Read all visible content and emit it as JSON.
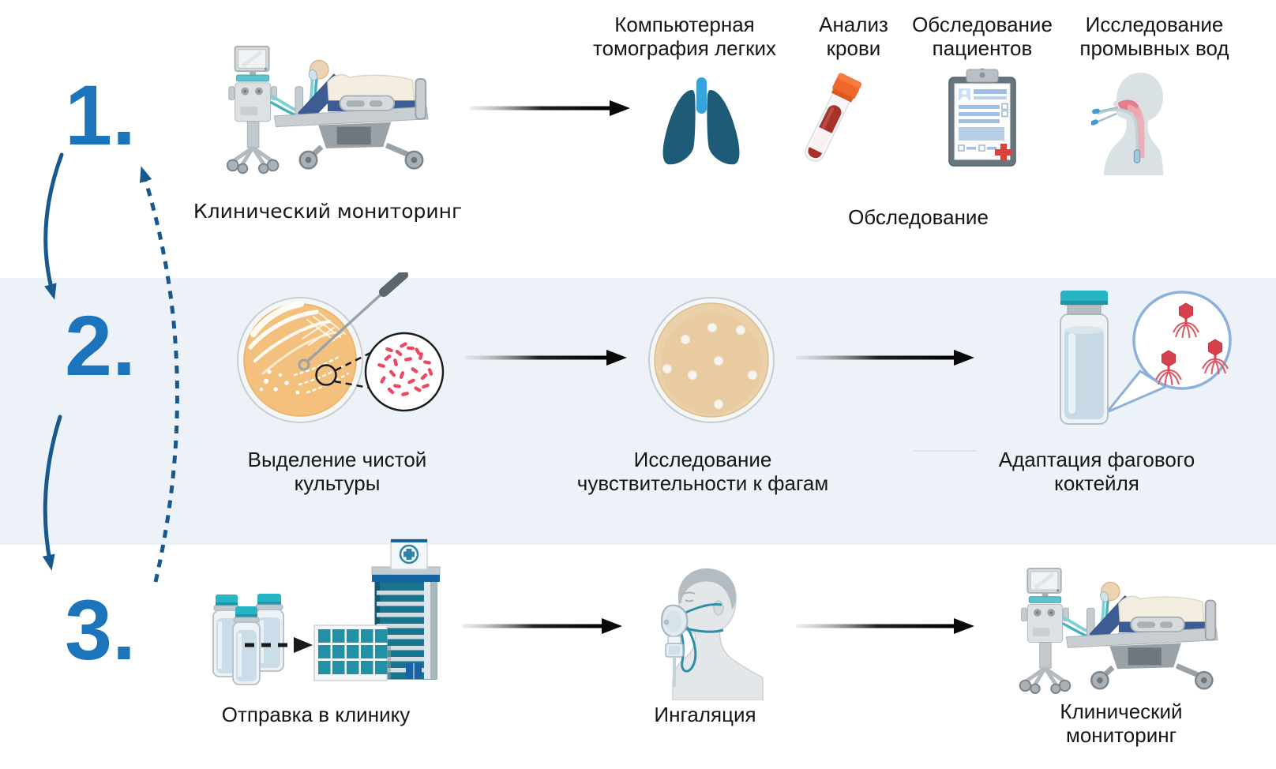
{
  "steps": {
    "one": "1.",
    "two": "2.",
    "three": "3."
  },
  "row1": {
    "monitoring": "Клинический мониторинг",
    "ct": "Компьютерная томография легких",
    "blood": "Анализ крови",
    "patients": "Обследование пациентов",
    "lavage": "Исследование промывных вод",
    "examination": "Обследование"
  },
  "row2": {
    "culture": "Выделение чистой культуры",
    "sensitivity": "Исследование чувствительности к фагам",
    "cocktail": "Адаптация фагового коктейля"
  },
  "row3": {
    "shipping": "Отправка в клинику",
    "inhalation": "Ингаляция",
    "monitoring": "Клинический мониторинг"
  },
  "colors": {
    "step_number_blue": "#1b74bc",
    "flow_arrow_blue": "#17598f",
    "black_arrow": "#111111",
    "band_background": "#edf2f9",
    "lungs_teal": "#1e5b77",
    "trachea_blue": "#36a3dc",
    "phage_red": "#d7404d",
    "bacteria_red": "#ee4763",
    "agar_streaked": "#f3c07e",
    "agar_plain": "#ebd1a9",
    "vial_cap_teal": "#27b4c5",
    "hospital_teal": "#17768d",
    "blood_red": "#a7322c",
    "tube_cap_orange": "#f0662b"
  }
}
